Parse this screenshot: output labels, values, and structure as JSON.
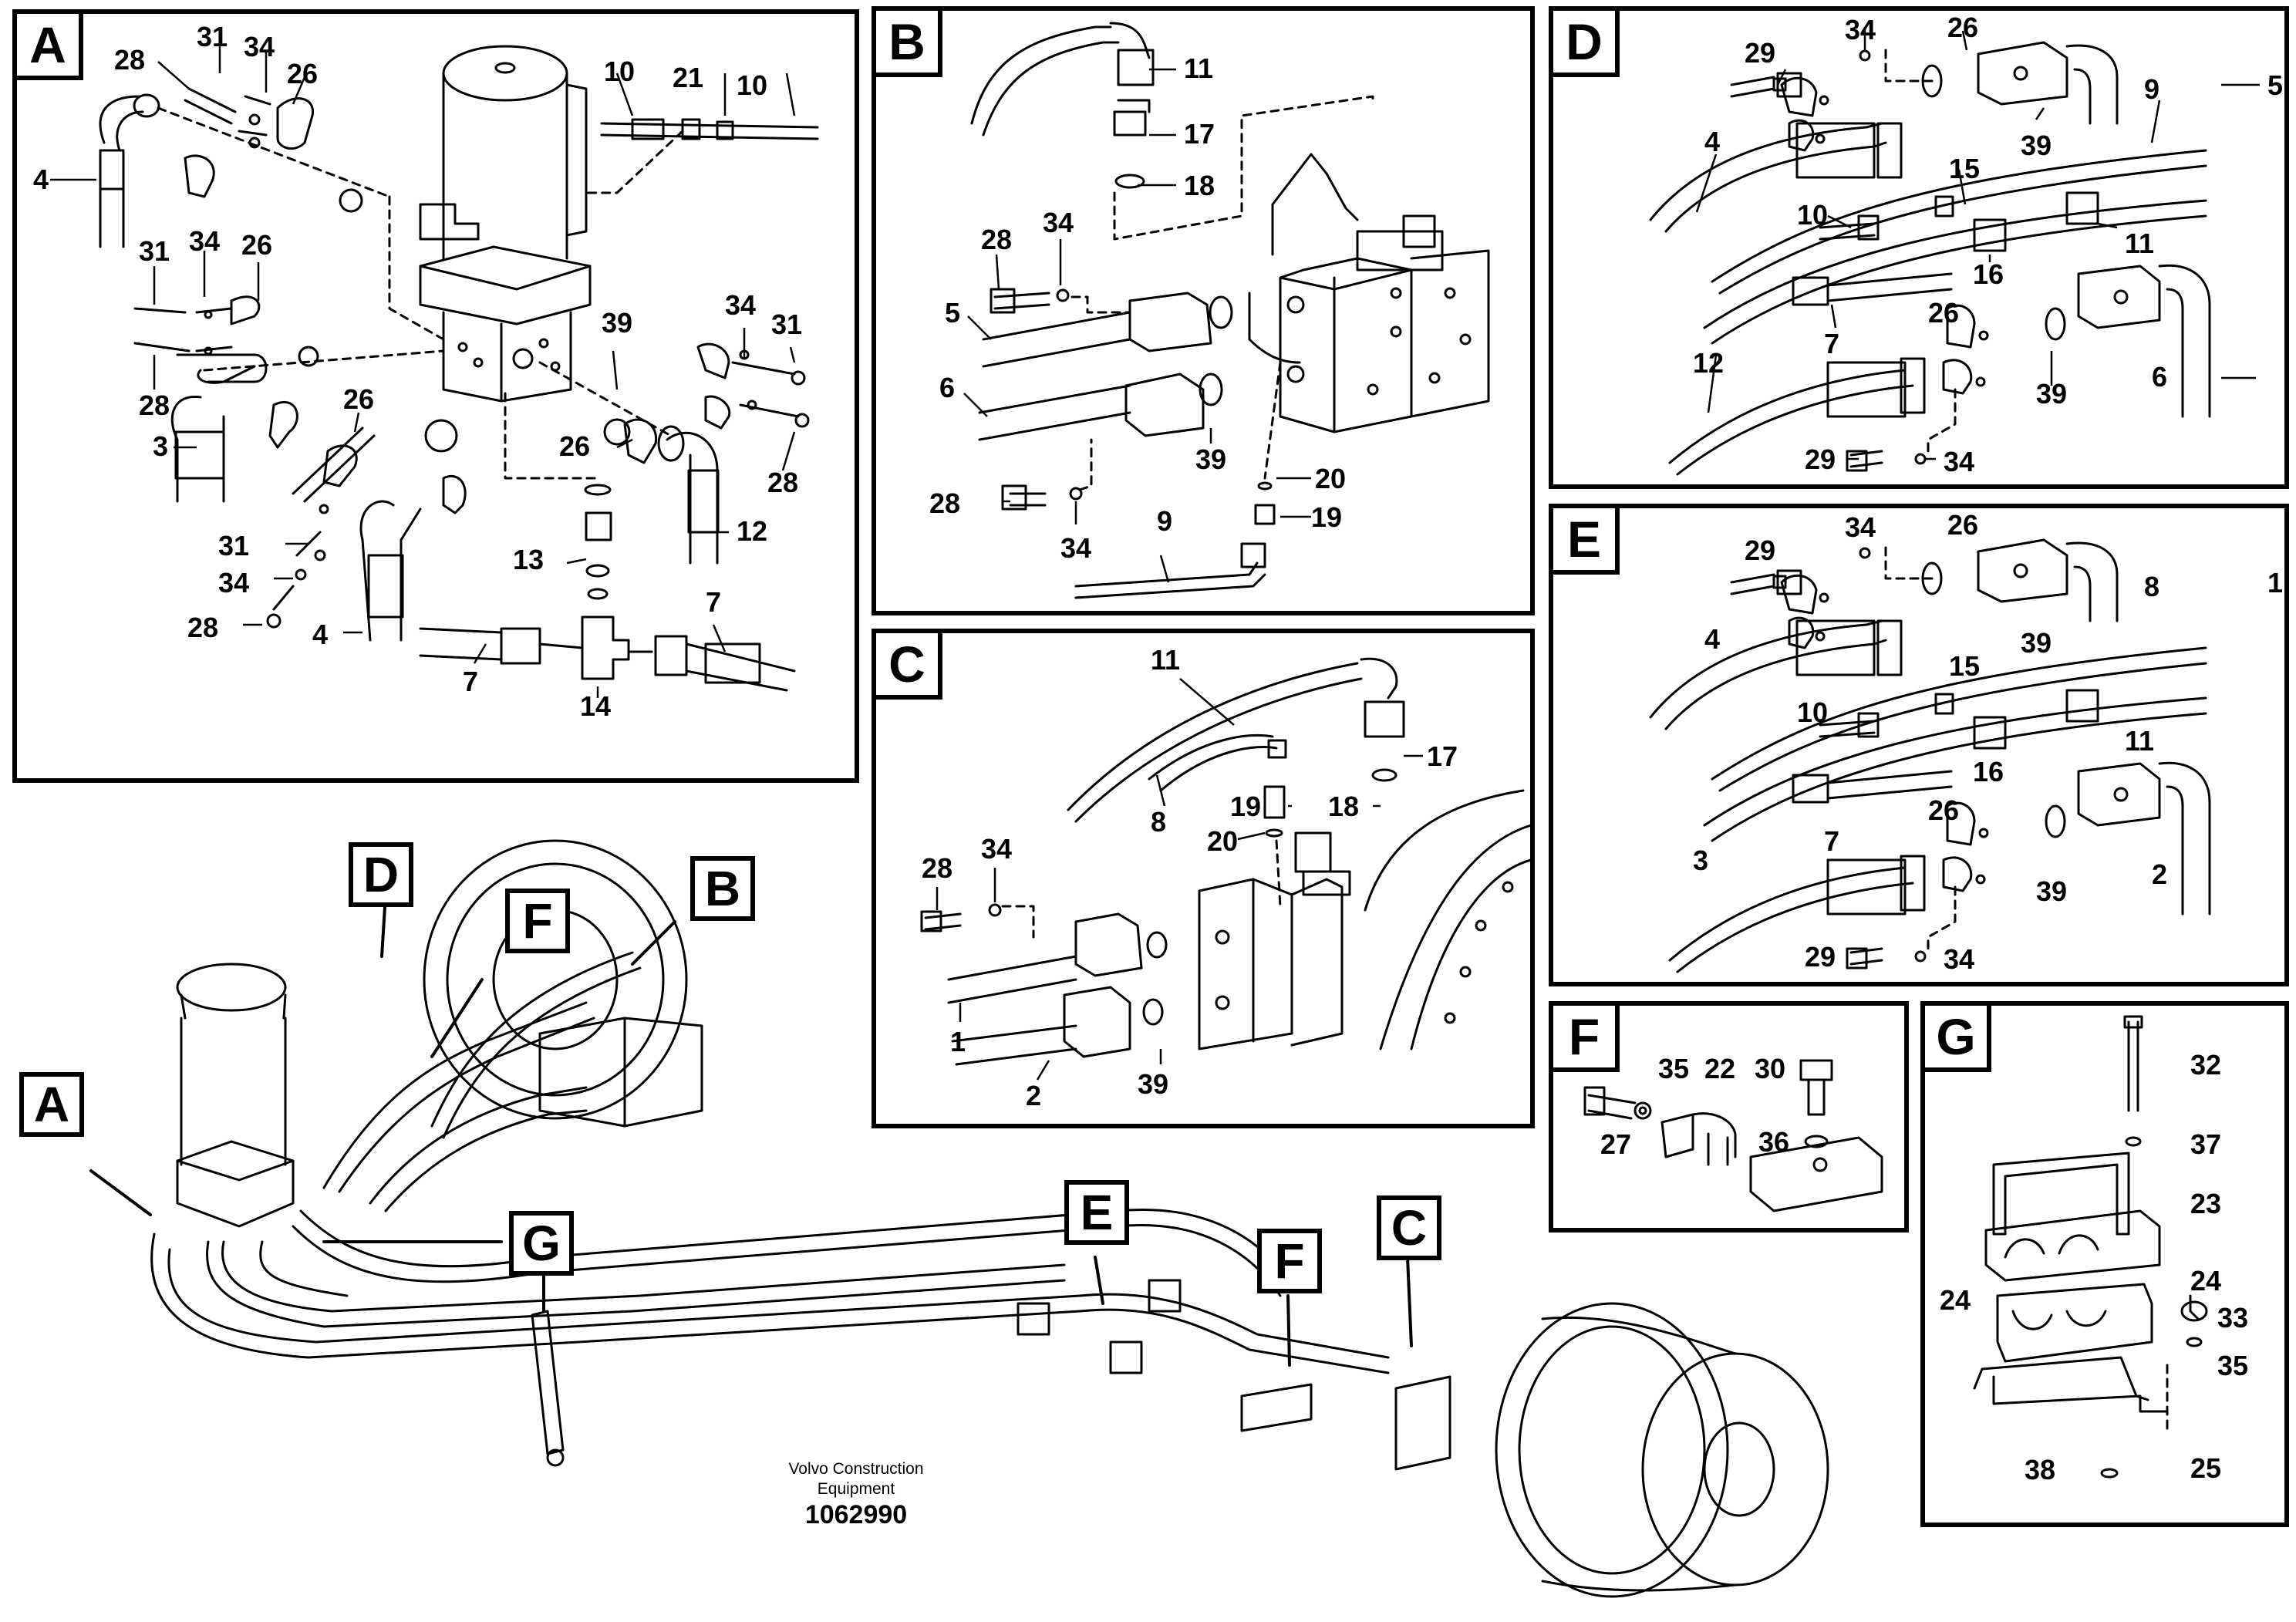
{
  "document": {
    "publisher": "Volvo Construction Equipment",
    "publisher_line1": "Volvo Construction",
    "publisher_line2": "Equipment",
    "illustration_number": "1062990"
  },
  "panels": [
    {
      "id": "A",
      "labels": [
        "28",
        "31",
        "34",
        "26",
        "10",
        "21",
        "10",
        "4",
        "31",
        "34",
        "26",
        "28",
        "3",
        "39",
        "34",
        "31",
        "26",
        "12",
        "26",
        "28",
        "31",
        "34",
        "13",
        "28",
        "4",
        "7",
        "14",
        "7"
      ]
    },
    {
      "id": "B",
      "labels": [
        "11",
        "17",
        "18",
        "28",
        "34",
        "5",
        "6",
        "39",
        "20",
        "28",
        "34",
        "19",
        "9"
      ]
    },
    {
      "id": "C",
      "labels": [
        "11",
        "8",
        "17",
        "19",
        "18",
        "20",
        "28",
        "34",
        "1",
        "2",
        "39"
      ]
    },
    {
      "id": "D",
      "labels": [
        "29",
        "34",
        "26",
        "5",
        "4",
        "39",
        "9",
        "15",
        "10",
        "11",
        "16",
        "26",
        "7",
        "12",
        "39",
        "6",
        "29",
        "34"
      ]
    },
    {
      "id": "E",
      "labels": [
        "29",
        "34",
        "26",
        "1",
        "4",
        "39",
        "8",
        "15",
        "10",
        "11",
        "16",
        "26",
        "7",
        "3",
        "39",
        "2",
        "29",
        "34"
      ]
    },
    {
      "id": "F",
      "labels": [
        "35",
        "22",
        "30",
        "27",
        "36"
      ]
    },
    {
      "id": "G",
      "labels": [
        "32",
        "37",
        "23",
        "24",
        "24",
        "33",
        "35",
        "38",
        "25"
      ]
    }
  ],
  "overview_callouts": [
    "D",
    "F",
    "B",
    "A",
    "G",
    "E",
    "F",
    "C"
  ]
}
